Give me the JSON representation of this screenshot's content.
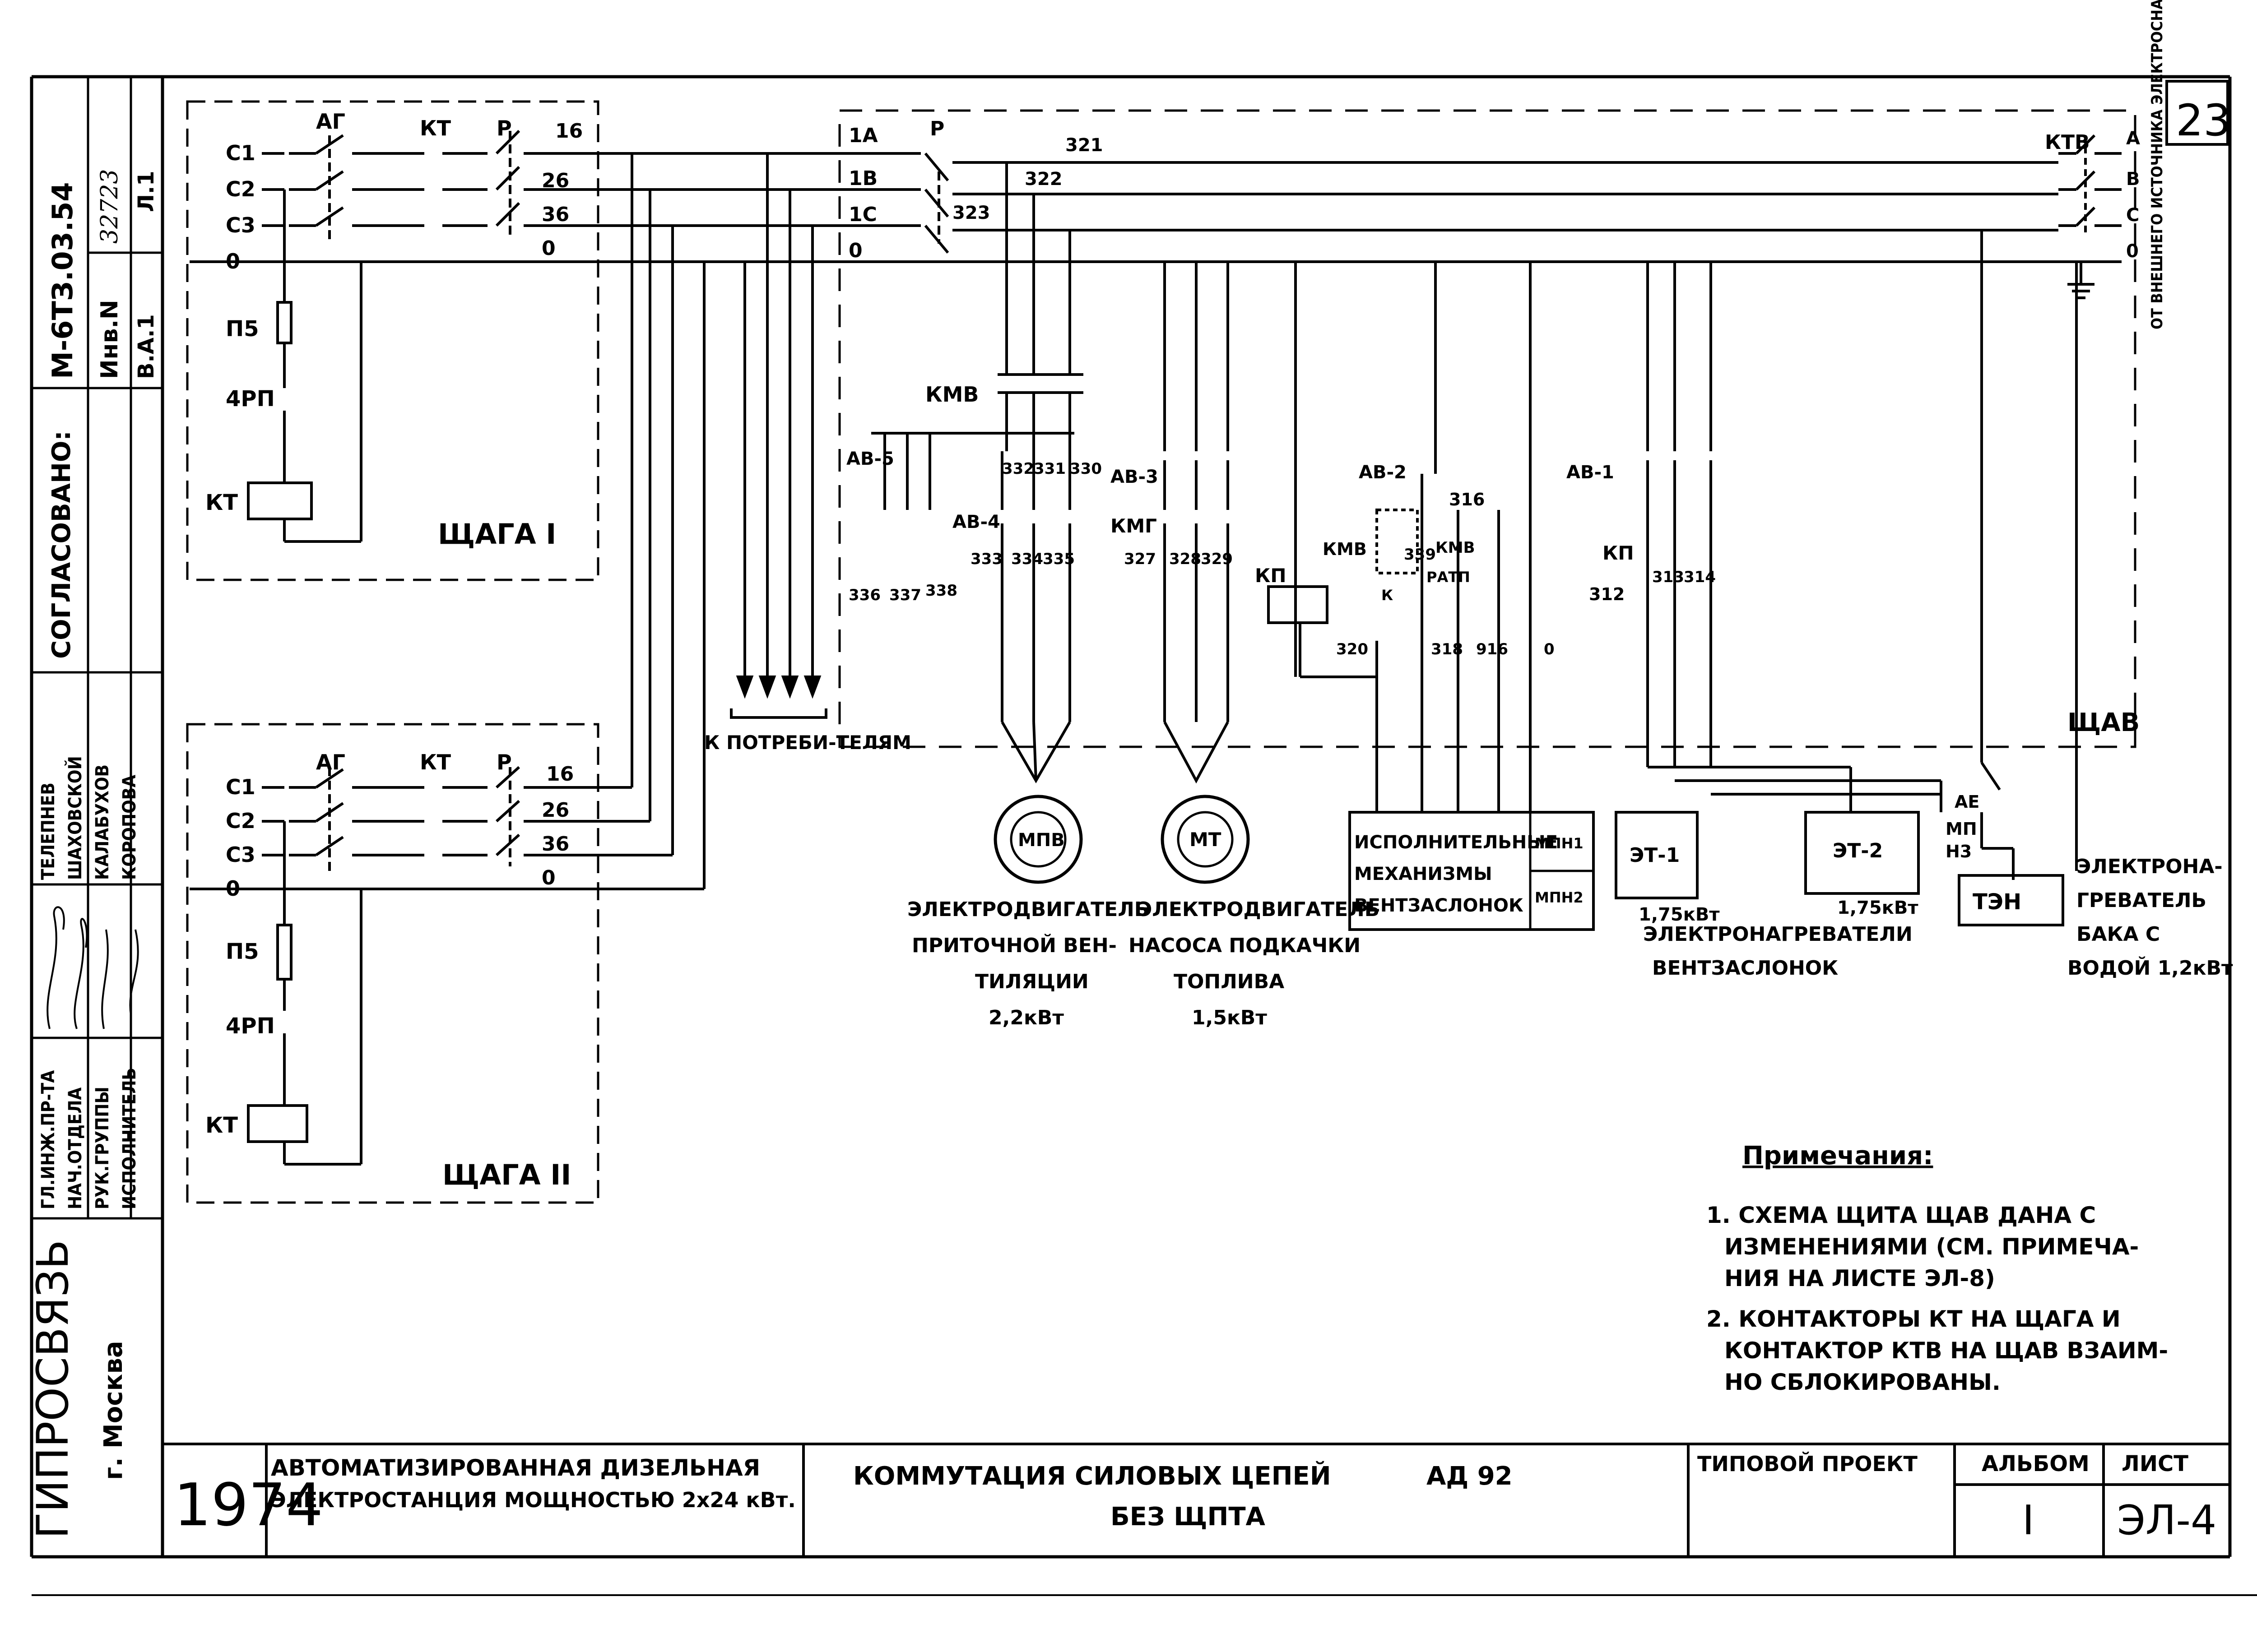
{
  "sheet_number_top": "23",
  "side_stamp": {
    "doc_code": "М-6ТЗ.03.54",
    "inv_label": "Инв.N",
    "inv_value": "32723",
    "a1": "Л.1",
    "va1": "В.А.1",
    "agreed": "СОГЛАСОВАНО:",
    "names": [
      "ТЕЛЕПНЕВ",
      "ШАХОВСКОЙ",
      "КАЛАБУХОВ",
      "КОРОПОВА"
    ],
    "roles": [
      "ГЛ.ИНЖ.ПР-ТА",
      "НАЧ.ОТДЕЛА",
      "РУК.ГРУППЫ",
      "ИСПОЛНИТЕЛЬ"
    ],
    "org": "ГИПРОСВЯЗЬ",
    "city": "г. Москва"
  },
  "panel_shchaga1": {
    "title": "ЩАГА I",
    "phases": [
      "С1",
      "С2",
      "С3",
      "0"
    ],
    "outs": [
      "16",
      "26",
      "36",
      "0"
    ],
    "ag": "АГ",
    "kt": "КТ",
    "r": "Р",
    "fuse": "П5",
    "relay": "4РП",
    "coil": "КТ"
  },
  "panel_shchaga2": {
    "title": "ЩАГА II",
    "phases": [
      "С1",
      "С2",
      "С3",
      "0"
    ],
    "outs": [
      "16",
      "26",
      "36",
      "0"
    ],
    "ag": "АГ",
    "kt": "КТ",
    "r": "Р",
    "fuse": "П5",
    "relay": "4РП",
    "coil": "КТ"
  },
  "consumers_label": "К ПОТРЕБИ-ТЕЛЯМ",
  "panel_shchav": {
    "title": "ЩАВ",
    "inputs": [
      "1А",
      "1В",
      "1С",
      "0"
    ],
    "r": "Р",
    "wires": [
      "321",
      "322",
      "323"
    ],
    "ktv": "КТВ",
    "abc": [
      "А",
      "В",
      "С",
      "0"
    ],
    "external_source": "ОТ ВНЕШНЕГО ИСТОЧНИКА ЭЛЕКТРОСНАБЖЕНИЯ"
  },
  "labels": {
    "kmv": "КМВ",
    "av5": "АВ-5",
    "av4": "АВ-4",
    "av3": "АВ-3",
    "av2": "АВ-2",
    "av1": "АВ-1",
    "kmg": "КМГ",
    "kp": "КП",
    "kp2": "КП",
    "n332": "332",
    "n331": "331",
    "n330": "330",
    "n336": "336",
    "n337": "337",
    "n338": "338",
    "n333": "333",
    "n334": "334",
    "n335": "335",
    "n327": "327",
    "n328": "328",
    "n329": "329",
    "n316": "316",
    "n339": "339",
    "kmv2": "КМВ",
    "kmv3": "КМВ",
    "ratp": "РАТП",
    "k": "К",
    "n320": "320",
    "n318": "318",
    "n916": "916",
    "n0": "0",
    "n312": "312",
    "n313": "313",
    "n314": "314",
    "ae": "АЕ",
    "mp": "МП",
    "n3": "Н3"
  },
  "motors": {
    "mpv": "МПВ",
    "mpv_desc": [
      "ЭЛЕКТРОДВИГАТЕЛЬ",
      "ПРИТОЧНОЙ ВЕН-",
      "ТИЛЯЦИИ",
      "2,2кВт"
    ],
    "mt": "МТ",
    "mt_desc": [
      "ЭЛЕКТРОДВИГАТЕЛЬ",
      "НАСОСА ПОДКАЧКИ",
      "ТОПЛИВА",
      "1,5кВт"
    ]
  },
  "actuators": {
    "box": [
      "ИСПОЛНИТЕЛЬНЫЕ",
      "МЕХАНИЗМЫ",
      "ВЕНТЗАСЛОНОК"
    ],
    "mpn1": "МПН1",
    "mpn2": "МПН2"
  },
  "heaters": {
    "et1": "ЭТ-1",
    "et2": "ЭТ-2",
    "p1": "1,75кВт",
    "p2": "1,75кВт",
    "desc": [
      "ЭЛЕКТРОНАГРЕВАТЕЛИ",
      "ВЕНТЗАСЛОНОК"
    ],
    "ten": "ТЭН",
    "ten_desc": [
      "ЭЛЕКТРОНА-",
      "ГРЕВАТЕЛЬ",
      "БАКА С",
      "ВОДОЙ 1,2кВт"
    ]
  },
  "notes": {
    "title": "Примечания:",
    "lines": [
      "1. СХЕМА ЩИТА ЩАВ ДАНА С",
      "ИЗМЕНЕНИЯМИ (СМ. ПРИМЕЧА-",
      "НИЯ НА ЛИСТЕ ЭЛ-8)",
      "2. КОНТАКТОРЫ КТ НА ЩАГА И",
      "КОНТАКТОР КТВ НА ЩАВ ВЗАИМ-",
      "НО СБЛОКИРОВАНЫ."
    ]
  },
  "title_block": {
    "year": "1974",
    "project_l1": "АВТОМАТИЗИРОВАННАЯ ДИЗЕЛЬНАЯ",
    "project_l2": "ЭЛЕКТРОСТАНЦИЯ МОЩНОСТЬЮ 2х24 кВт.",
    "drawing_l1": "КОММУТАЦИЯ СИЛОВЫХ ЦЕПЕЙ",
    "drawing_code": "АД 92",
    "drawing_l2": "БЕЗ ЩПТА",
    "typical_label": "ТИПОВОЙ ПРОЕКТ",
    "album_label": "АЛЬБОМ",
    "album_value": "I",
    "sheet_label": "ЛИСТ",
    "sheet_value": "ЭЛ-4"
  }
}
